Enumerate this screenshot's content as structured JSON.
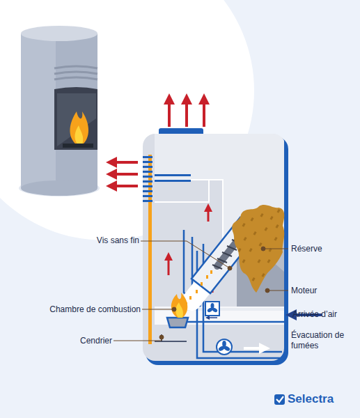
{
  "diagram": {
    "labels": [
      "Vis sans fin",
      "Réserve",
      "Moteur",
      "Chambre de combustion",
      "Arrivée d’air",
      "Cendrier",
      "Évacuation de fumées",
      "Selectra"
    ]
  }
}
